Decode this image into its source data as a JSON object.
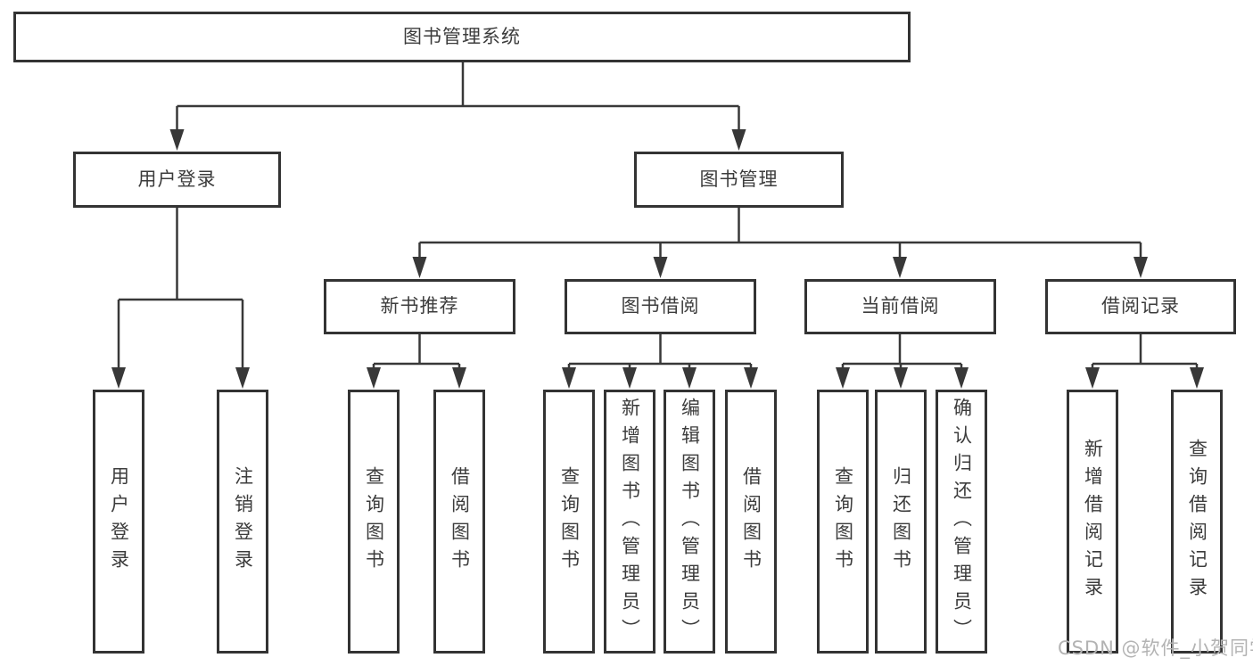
{
  "diagram": {
    "title": "图书管理系统",
    "watermark": "CSDN @软件_小贺同学",
    "colors": {
      "line": "#383838",
      "box_border": "#333333",
      "box_fill": "#ffffff",
      "text": "#3c3c3c",
      "watermark_text": "#b3b3b3"
    },
    "nodes": {
      "root": {
        "label": "图书管理系统"
      },
      "user_login": {
        "label": "用户登录"
      },
      "book_mgmt": {
        "label": "图书管理"
      },
      "new_book": {
        "label": "新书推荐"
      },
      "book_borrow": {
        "label": "图书借阅"
      },
      "current_borrow": {
        "label": "当前借阅"
      },
      "borrow_record": {
        "label": "借阅记录"
      },
      "leaf_user_login": {
        "label": "用户登录"
      },
      "leaf_logout": {
        "label": "注销登录"
      },
      "leaf_nb_query": {
        "label": "查询图书"
      },
      "leaf_nb_borrow": {
        "label": "借阅图书"
      },
      "leaf_bb_query": {
        "label": "查询图书"
      },
      "leaf_bb_add": {
        "label": "新增图书（管理员）"
      },
      "leaf_bb_edit": {
        "label": "编辑图书（管理员）"
      },
      "leaf_bb_borrow": {
        "label": "借阅图书"
      },
      "leaf_cb_query": {
        "label": "查询图书"
      },
      "leaf_cb_return": {
        "label": "归还图书"
      },
      "leaf_cb_confirm": {
        "label": "确认归还（管理员）"
      },
      "leaf_br_add": {
        "label": "新增借阅记录"
      },
      "leaf_br_query": {
        "label": "查询借阅记录"
      }
    },
    "edges": [
      [
        "图书管理系统",
        "用户登录"
      ],
      [
        "图书管理系统",
        "图书管理"
      ],
      [
        "用户登录",
        "用户登录"
      ],
      [
        "用户登录",
        "注销登录"
      ],
      [
        "图书管理",
        "新书推荐"
      ],
      [
        "图书管理",
        "图书借阅"
      ],
      [
        "图书管理",
        "当前借阅"
      ],
      [
        "图书管理",
        "借阅记录"
      ],
      [
        "新书推荐",
        "查询图书"
      ],
      [
        "新书推荐",
        "借阅图书"
      ],
      [
        "图书借阅",
        "查询图书"
      ],
      [
        "图书借阅",
        "新增图书（管理员）"
      ],
      [
        "图书借阅",
        "编辑图书（管理员）"
      ],
      [
        "图书借阅",
        "借阅图书"
      ],
      [
        "当前借阅",
        "查询图书"
      ],
      [
        "当前借阅",
        "归还图书"
      ],
      [
        "当前借阅",
        "确认归还（管理员）"
      ],
      [
        "借阅记录",
        "新增借阅记录"
      ],
      [
        "借阅记录",
        "查询借阅记录"
      ]
    ]
  }
}
